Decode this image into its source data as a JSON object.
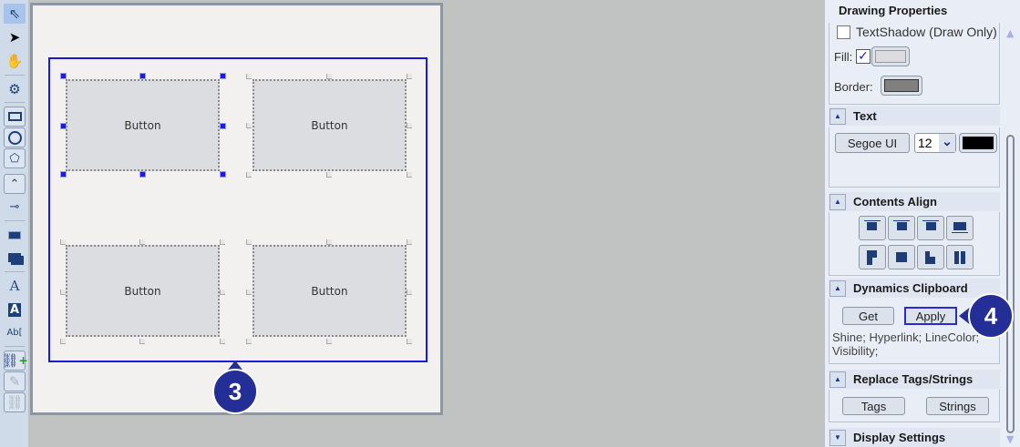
{
  "toolbar": {
    "tools": [
      "select-arrow",
      "direct-select",
      "pan-hand",
      "settings-gear",
      "rectangle",
      "ellipse",
      "polygon",
      "polyline",
      "connector",
      "button-shape",
      "stacked-shape",
      "text-outline",
      "text-filled",
      "text-field",
      "add-dynamic",
      "edit-dynamic",
      "link-dynamic"
    ]
  },
  "canvas": {
    "buttons": [
      "Button",
      "Button",
      "Button",
      "Button"
    ]
  },
  "callouts": {
    "c3": "3",
    "c4": "4"
  },
  "panel": {
    "title": "Drawing Properties",
    "textshadow_label": "TextShadow (Draw Only)",
    "textshadow_checked": false,
    "fill_label": "Fill:",
    "fill_checked": true,
    "fill_check_glyph": "✓",
    "border_label": "Border:",
    "colors": {
      "fill": "#dcdce0",
      "border": "#808080",
      "text": "#000000"
    },
    "text_section": {
      "title": "Text",
      "font_button": "Segoe UI",
      "font_size": "12",
      "dropdown_glyph": "⌄"
    },
    "align_section": {
      "title": "Contents Align"
    },
    "dynamics_section": {
      "title": "Dynamics Clipboard",
      "get": "Get",
      "apply": "Apply",
      "content": "Shine; Hyperlink; LineColor; Visibility;"
    },
    "replace_section": {
      "title": "Replace Tags/Strings",
      "tags": "Tags",
      "strings": "Strings"
    },
    "display_section": {
      "title": "Display Settings"
    },
    "collapse_glyph": "▲",
    "expand_glyph": "▼"
  }
}
